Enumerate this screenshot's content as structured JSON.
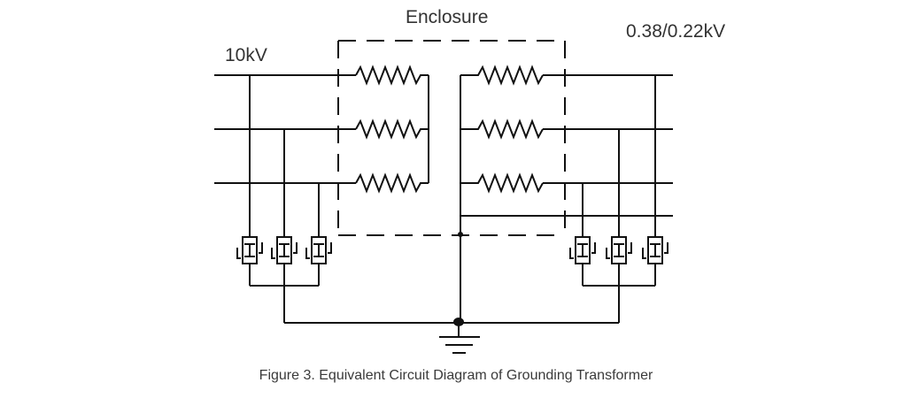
{
  "labels": {
    "enclosure": "Enclosure",
    "hv_voltage": "10kV",
    "lv_voltage": "0.38/0.22kV",
    "caption": "Figure 3. Equivalent Circuit Diagram of Grounding Transformer"
  },
  "colors": {
    "line": "#111111",
    "text": "#333333",
    "background": "#ffffff"
  },
  "components": {
    "hv_phases": 3,
    "lv_phases": 3,
    "lv_neutral": 1,
    "hv_arresters": 3,
    "lv_arresters": 3,
    "ground": 1
  }
}
